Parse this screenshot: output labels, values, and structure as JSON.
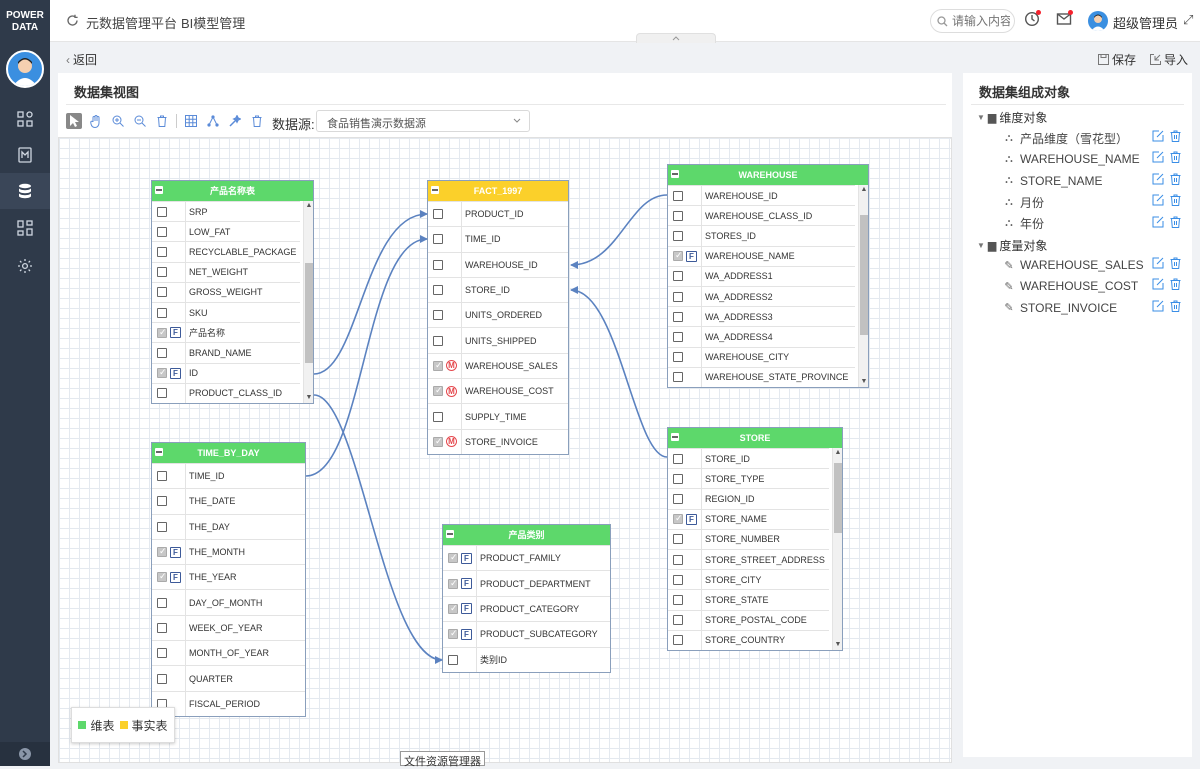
{
  "app": {
    "logo_line1": "POWER",
    "logo_line2": "DATA"
  },
  "breadcrumb": {
    "home": "元数据管理平台",
    "current": "BI模型管理"
  },
  "search": {
    "placeholder": "请输入内容"
  },
  "user": {
    "name": "超级管理员"
  },
  "subbar": {
    "back": "返回",
    "save": "保存",
    "import": "导入"
  },
  "panel": {
    "title": "数据集视图",
    "datasource_label": "数据源:",
    "datasource_value": "食品销售演示数据源"
  },
  "right_panel": {
    "title": "数据集组成对象",
    "dim_group": "维度对象",
    "dims": [
      {
        "label": "产品维度（雪花型）"
      },
      {
        "label": "WAREHOUSE_NAME"
      },
      {
        "label": "STORE_NAME"
      },
      {
        "label": "月份"
      },
      {
        "label": "年份"
      }
    ],
    "measure_group": "度量对象",
    "measures": [
      {
        "label": "WAREHOUSE_SALES"
      },
      {
        "label": "WAREHOUSE_COST"
      },
      {
        "label": "STORE_INVOICE"
      }
    ]
  },
  "legend": {
    "dim": "维表",
    "fact": "事实表",
    "dim_color": "#5dd86b",
    "fact_color": "#fbd02a"
  },
  "tooltip": "文件资源管理器",
  "tables": {
    "product": {
      "title": "产品名称表",
      "rows": [
        {
          "n": "SRP"
        },
        {
          "n": "LOW_FAT"
        },
        {
          "n": "RECYCLABLE_PACKAGE"
        },
        {
          "n": "NET_WEIGHT"
        },
        {
          "n": "GROSS_WEIGHT"
        },
        {
          "n": "SKU"
        },
        {
          "n": "产品名称",
          "c": true,
          "b": "F"
        },
        {
          "n": "BRAND_NAME"
        },
        {
          "n": "ID",
          "c": true,
          "b": "F"
        },
        {
          "n": "PRODUCT_CLASS_ID"
        }
      ]
    },
    "fact": {
      "title": "FACT_1997",
      "rows": [
        {
          "n": "PRODUCT_ID"
        },
        {
          "n": "TIME_ID"
        },
        {
          "n": "WAREHOUSE_ID"
        },
        {
          "n": "STORE_ID"
        },
        {
          "n": "UNITS_ORDERED"
        },
        {
          "n": "UNITS_SHIPPED"
        },
        {
          "n": "WAREHOUSE_SALES",
          "c": true,
          "b": "M"
        },
        {
          "n": "WAREHOUSE_COST",
          "c": true,
          "b": "M"
        },
        {
          "n": "SUPPLY_TIME"
        },
        {
          "n": "STORE_INVOICE",
          "c": true,
          "b": "M"
        }
      ]
    },
    "warehouse": {
      "title": "WAREHOUSE",
      "rows": [
        {
          "n": "WAREHOUSE_ID"
        },
        {
          "n": "WAREHOUSE_CLASS_ID"
        },
        {
          "n": "STORES_ID"
        },
        {
          "n": "WAREHOUSE_NAME",
          "c": true,
          "b": "F"
        },
        {
          "n": "WA_ADDRESS1"
        },
        {
          "n": "WA_ADDRESS2"
        },
        {
          "n": "WA_ADDRESS3"
        },
        {
          "n": "WA_ADDRESS4"
        },
        {
          "n": "WAREHOUSE_CITY"
        },
        {
          "n": "WAREHOUSE_STATE_PROVINCE"
        }
      ]
    },
    "time": {
      "title": "TIME_BY_DAY",
      "rows": [
        {
          "n": "TIME_ID"
        },
        {
          "n": "THE_DATE"
        },
        {
          "n": "THE_DAY"
        },
        {
          "n": "THE_MONTH",
          "c": true,
          "b": "F"
        },
        {
          "n": "THE_YEAR",
          "c": true,
          "b": "F"
        },
        {
          "n": "DAY_OF_MONTH"
        },
        {
          "n": "WEEK_OF_YEAR"
        },
        {
          "n": "MONTH_OF_YEAR"
        },
        {
          "n": "QUARTER"
        },
        {
          "n": "FISCAL_PERIOD"
        }
      ]
    },
    "category": {
      "title": "产品类别",
      "rows": [
        {
          "n": "PRODUCT_FAMILY",
          "c": true,
          "b": "F"
        },
        {
          "n": "PRODUCT_DEPARTMENT",
          "c": true,
          "b": "F"
        },
        {
          "n": "PRODUCT_CATEGORY",
          "c": true,
          "b": "F"
        },
        {
          "n": "PRODUCT_SUBCATEGORY",
          "c": true,
          "b": "F"
        },
        {
          "n": "类别ID"
        }
      ]
    },
    "store": {
      "title": "STORE",
      "rows": [
        {
          "n": "STORE_ID"
        },
        {
          "n": "STORE_TYPE"
        },
        {
          "n": "REGION_ID"
        },
        {
          "n": "STORE_NAME",
          "c": true,
          "b": "F"
        },
        {
          "n": "STORE_NUMBER"
        },
        {
          "n": "STORE_STREET_ADDRESS"
        },
        {
          "n": "STORE_CITY"
        },
        {
          "n": "STORE_STATE"
        },
        {
          "n": "STORE_POSTAL_CODE"
        },
        {
          "n": "STORE_COUNTRY"
        }
      ]
    }
  }
}
